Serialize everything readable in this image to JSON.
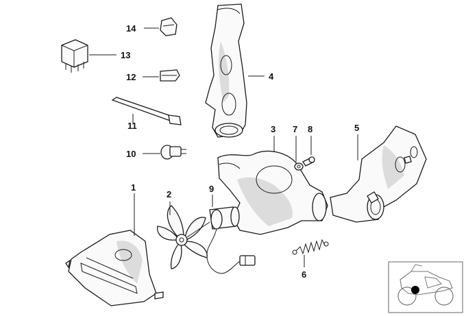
{
  "diagram": {
    "callouts": [
      {
        "num": "1"
      },
      {
        "num": "2"
      },
      {
        "num": "3"
      },
      {
        "num": "4"
      },
      {
        "num": "5"
      },
      {
        "num": "6"
      },
      {
        "num": "7"
      },
      {
        "num": "8"
      },
      {
        "num": "9"
      },
      {
        "num": "10"
      },
      {
        "num": "11"
      },
      {
        "num": "12"
      },
      {
        "num": "13"
      },
      {
        "num": "14"
      }
    ]
  },
  "thumbnail": {
    "icon": "motorcycle-silhouette-icon",
    "marker_color": "#000000"
  }
}
